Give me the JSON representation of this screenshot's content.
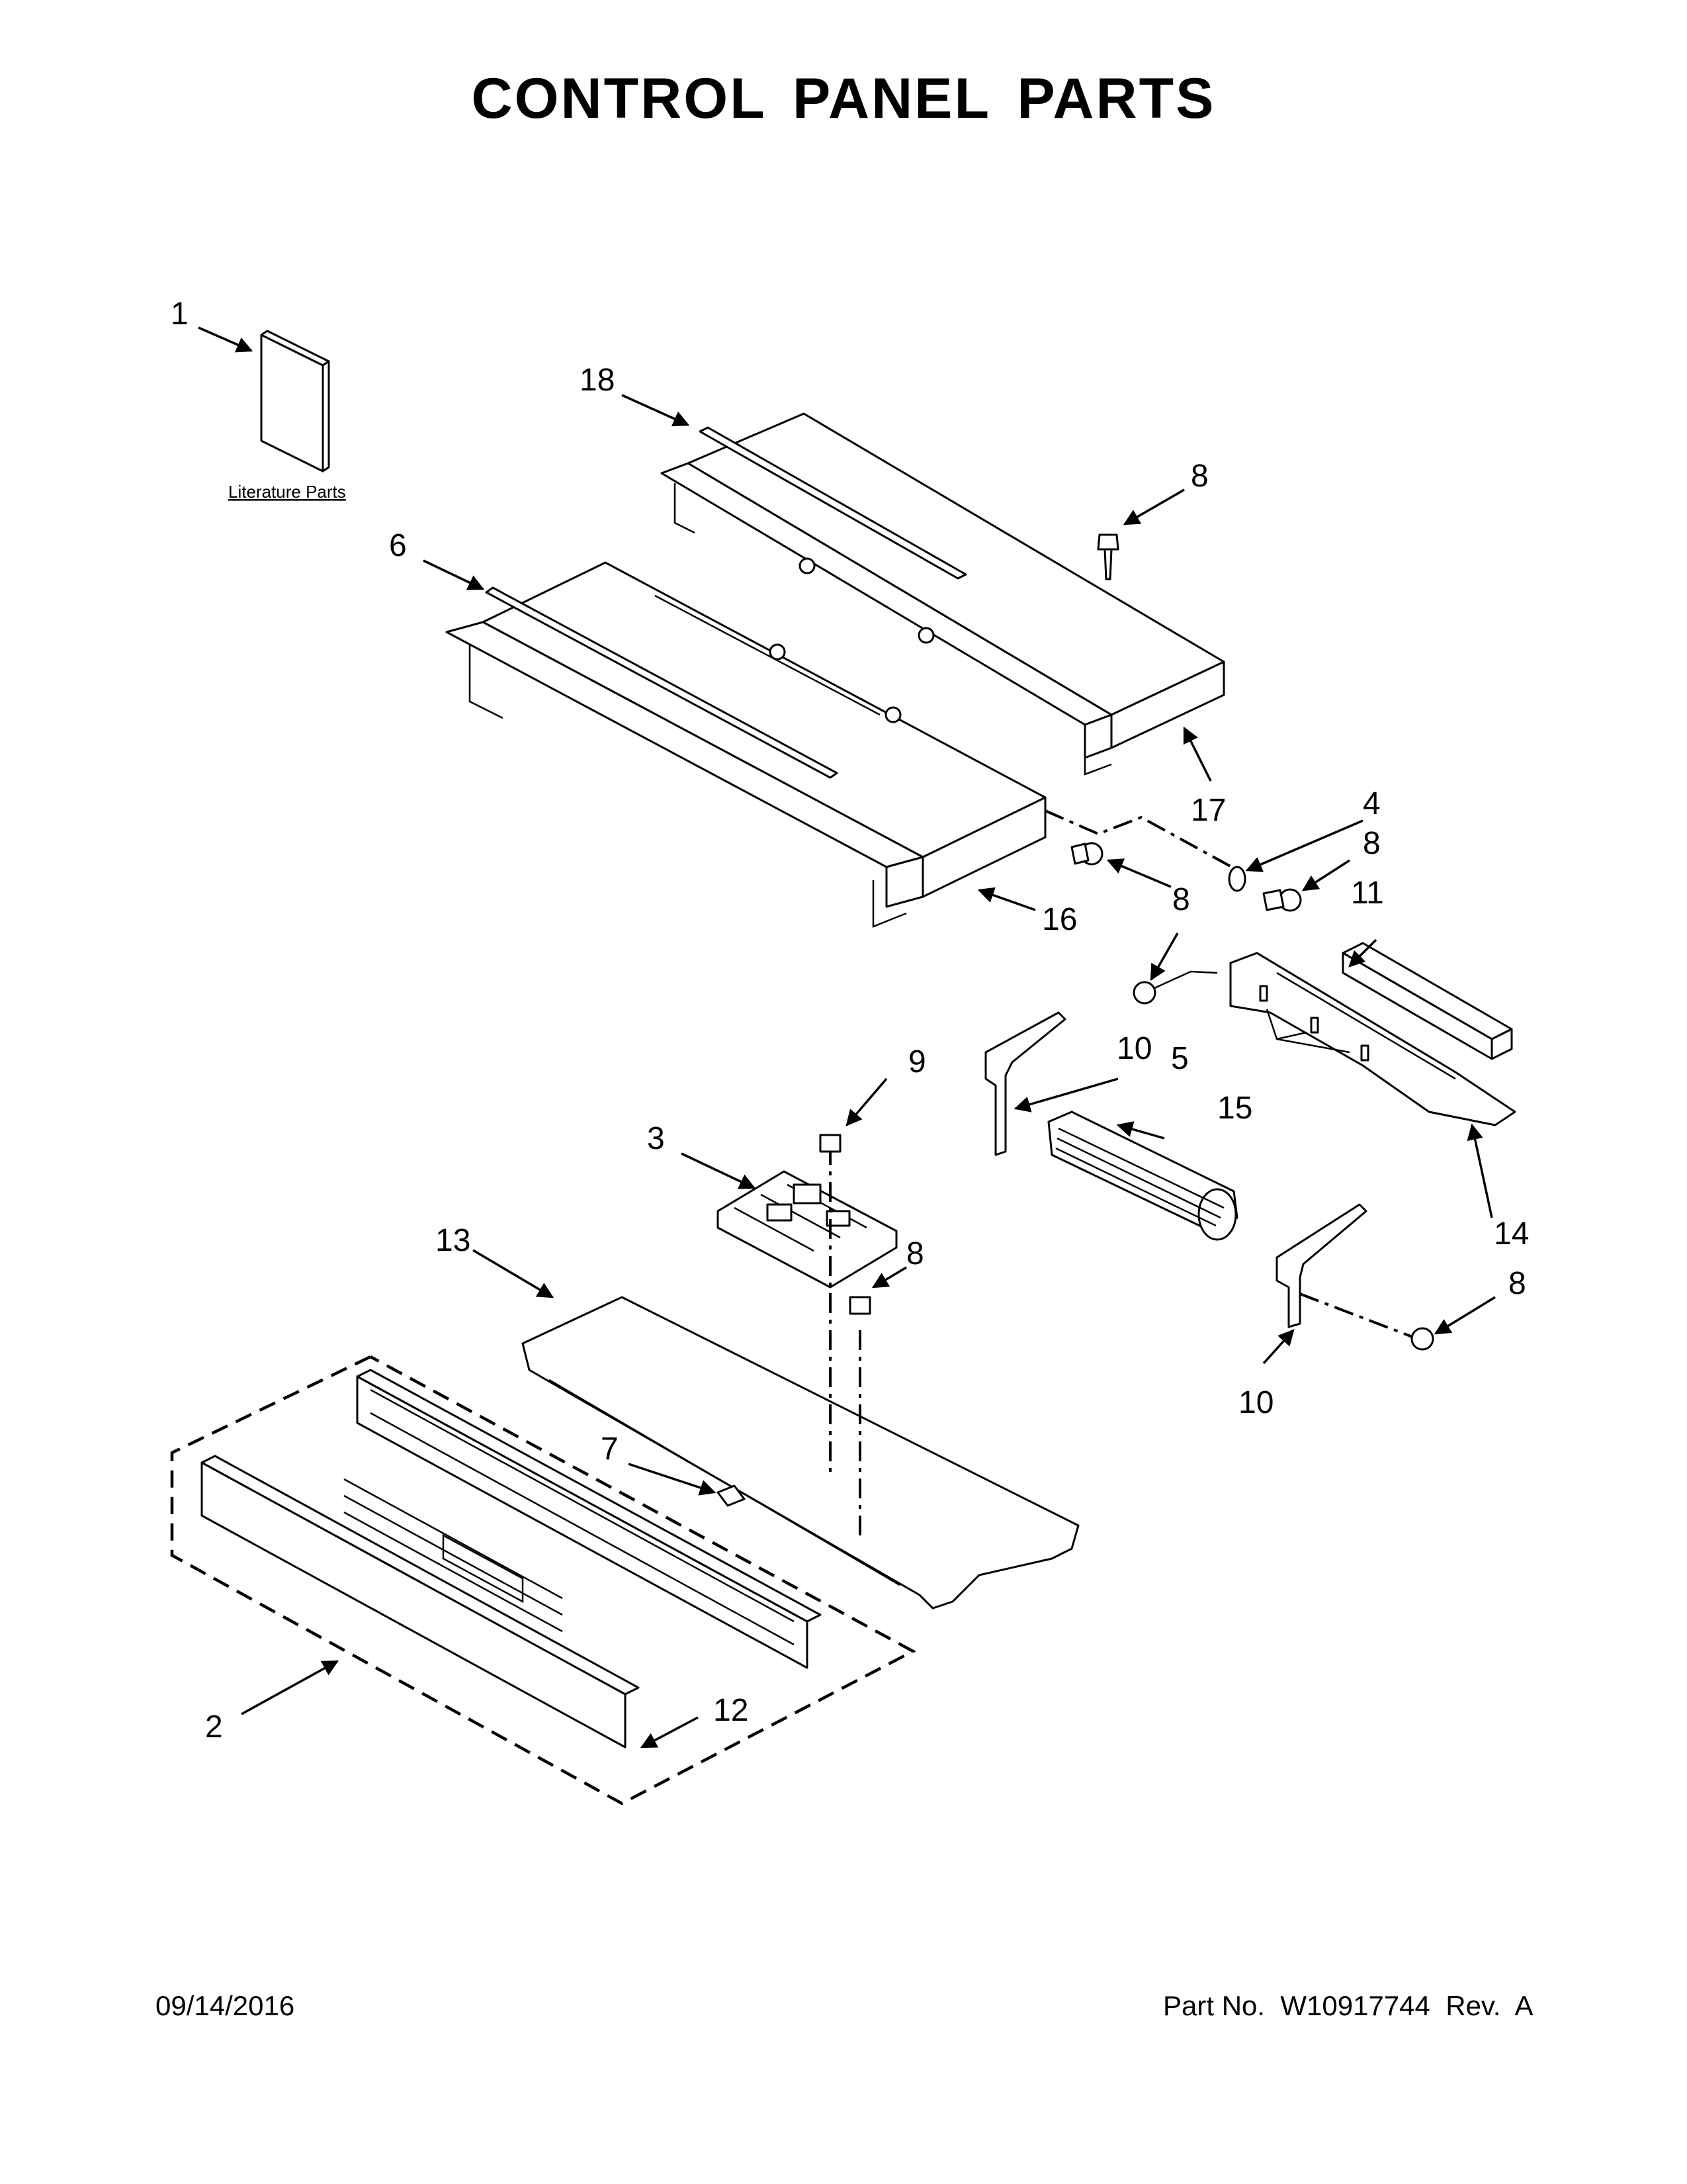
{
  "title": "CONTROL PANEL PARTS",
  "literature_label": "Literature Parts",
  "footer": {
    "date": "09/14/2016",
    "part_number": "Part No.  W10917744  Rev.  A"
  },
  "callouts": {
    "c1": "1",
    "c18": "18",
    "c8a": "8",
    "c6": "6",
    "c17": "17",
    "c4": "4",
    "c8b": "8",
    "c16": "16",
    "c8c": "8",
    "c11": "11",
    "c9": "9",
    "c10a": "10",
    "c5": "5",
    "c15": "15",
    "c3": "3",
    "c14": "14",
    "c13": "13",
    "c8d": "8",
    "c8e": "8",
    "c10b": "10",
    "c7": "7",
    "c2": "2",
    "c12": "12"
  }
}
